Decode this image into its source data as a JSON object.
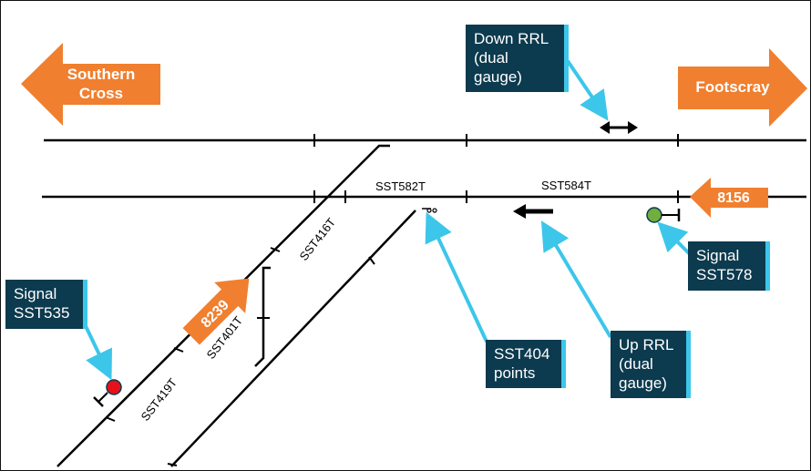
{
  "directions": {
    "left": {
      "line1": "Southern",
      "line2": "Cross"
    },
    "right": {
      "label": "Footscray"
    }
  },
  "trains": {
    "up_main": "8156",
    "diagonal": "8239"
  },
  "track_circuits": {
    "sst582t": "SST582T",
    "sst584t": "SST584T",
    "sst416t": "SST416T",
    "sst401t": "SST401T",
    "sst419t": "SST419T"
  },
  "callouts": {
    "down_rrl": [
      "Down RRL",
      "(dual",
      "gauge)"
    ],
    "up_rrl": [
      "Up RRL",
      "(dual",
      "gauge)"
    ],
    "sst404": [
      "SST404",
      "points"
    ],
    "signal_sst578": [
      "Signal",
      "SST578"
    ],
    "signal_sst535": [
      "Signal",
      "SST535"
    ]
  },
  "colors": {
    "direction_arrow": "#f07f2f",
    "callout_fill": "#0c3a4e",
    "callout_accent": "#3cc6ea",
    "leader": "#3cc6ea",
    "signal_green": "#6fae3f",
    "signal_red": "#e8111b",
    "track": "#000000"
  }
}
